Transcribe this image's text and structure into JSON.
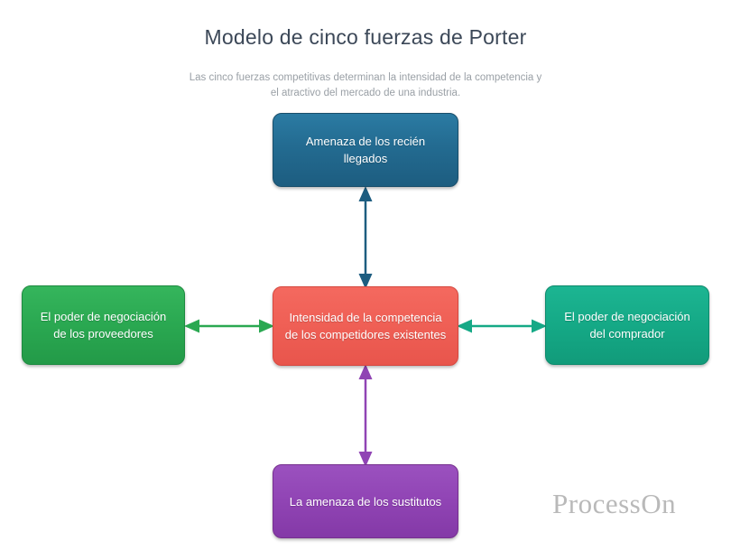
{
  "header": {
    "title": "Modelo de cinco fuerzas de Porter",
    "subtitle": "Las cinco fuerzas competitivas determinan la intensidad de la competencia y el atractivo del mercado de una industria.",
    "title_color": "#3c4858",
    "subtitle_color": "#9aa0a6"
  },
  "diagram": {
    "type": "porter-five-forces",
    "background": "#ffffff",
    "nodes": [
      {
        "id": "new-entrants",
        "position": "top",
        "label": "Amenaza de los recién llegados",
        "color": "#236b91",
        "text_color": "#ffffff"
      },
      {
        "id": "competitive-rivalry",
        "position": "center",
        "label": "Intensidad de la competencia de los competidores existentes",
        "color": "#ef5f55",
        "text_color": "#ffffff"
      },
      {
        "id": "supplier-power",
        "position": "left",
        "label": "El poder de negociación de los proveedores",
        "color": "#2aa851",
        "text_color": "#ffffff"
      },
      {
        "id": "buyer-power",
        "position": "right",
        "label": "El poder de negociación del comprador",
        "color": "#15a986",
        "text_color": "#ffffff"
      },
      {
        "id": "substitutes",
        "position": "bottom",
        "label": "La amenaza de los sustitutos",
        "color": "#9044b4",
        "text_color": "#ffffff"
      }
    ],
    "connectors": [
      {
        "id": "connector-top",
        "from": "new-entrants",
        "to": "competitive-rivalry",
        "orientation": "vertical",
        "arrowheads": "both",
        "color": "#1d5d80"
      },
      {
        "id": "connector-left",
        "from": "supplier-power",
        "to": "competitive-rivalry",
        "orientation": "horizontal",
        "arrowheads": "both",
        "color": "#2aa851"
      },
      {
        "id": "connector-right",
        "from": "competitive-rivalry",
        "to": "buyer-power",
        "orientation": "horizontal",
        "arrowheads": "both",
        "color": "#15a986"
      },
      {
        "id": "connector-bottom",
        "from": "competitive-rivalry",
        "to": "substitutes",
        "orientation": "vertical",
        "arrowheads": "both",
        "color": "#9044b4"
      }
    ]
  },
  "watermark": {
    "text": "ProcessOn",
    "color": "#b9b9b9"
  }
}
